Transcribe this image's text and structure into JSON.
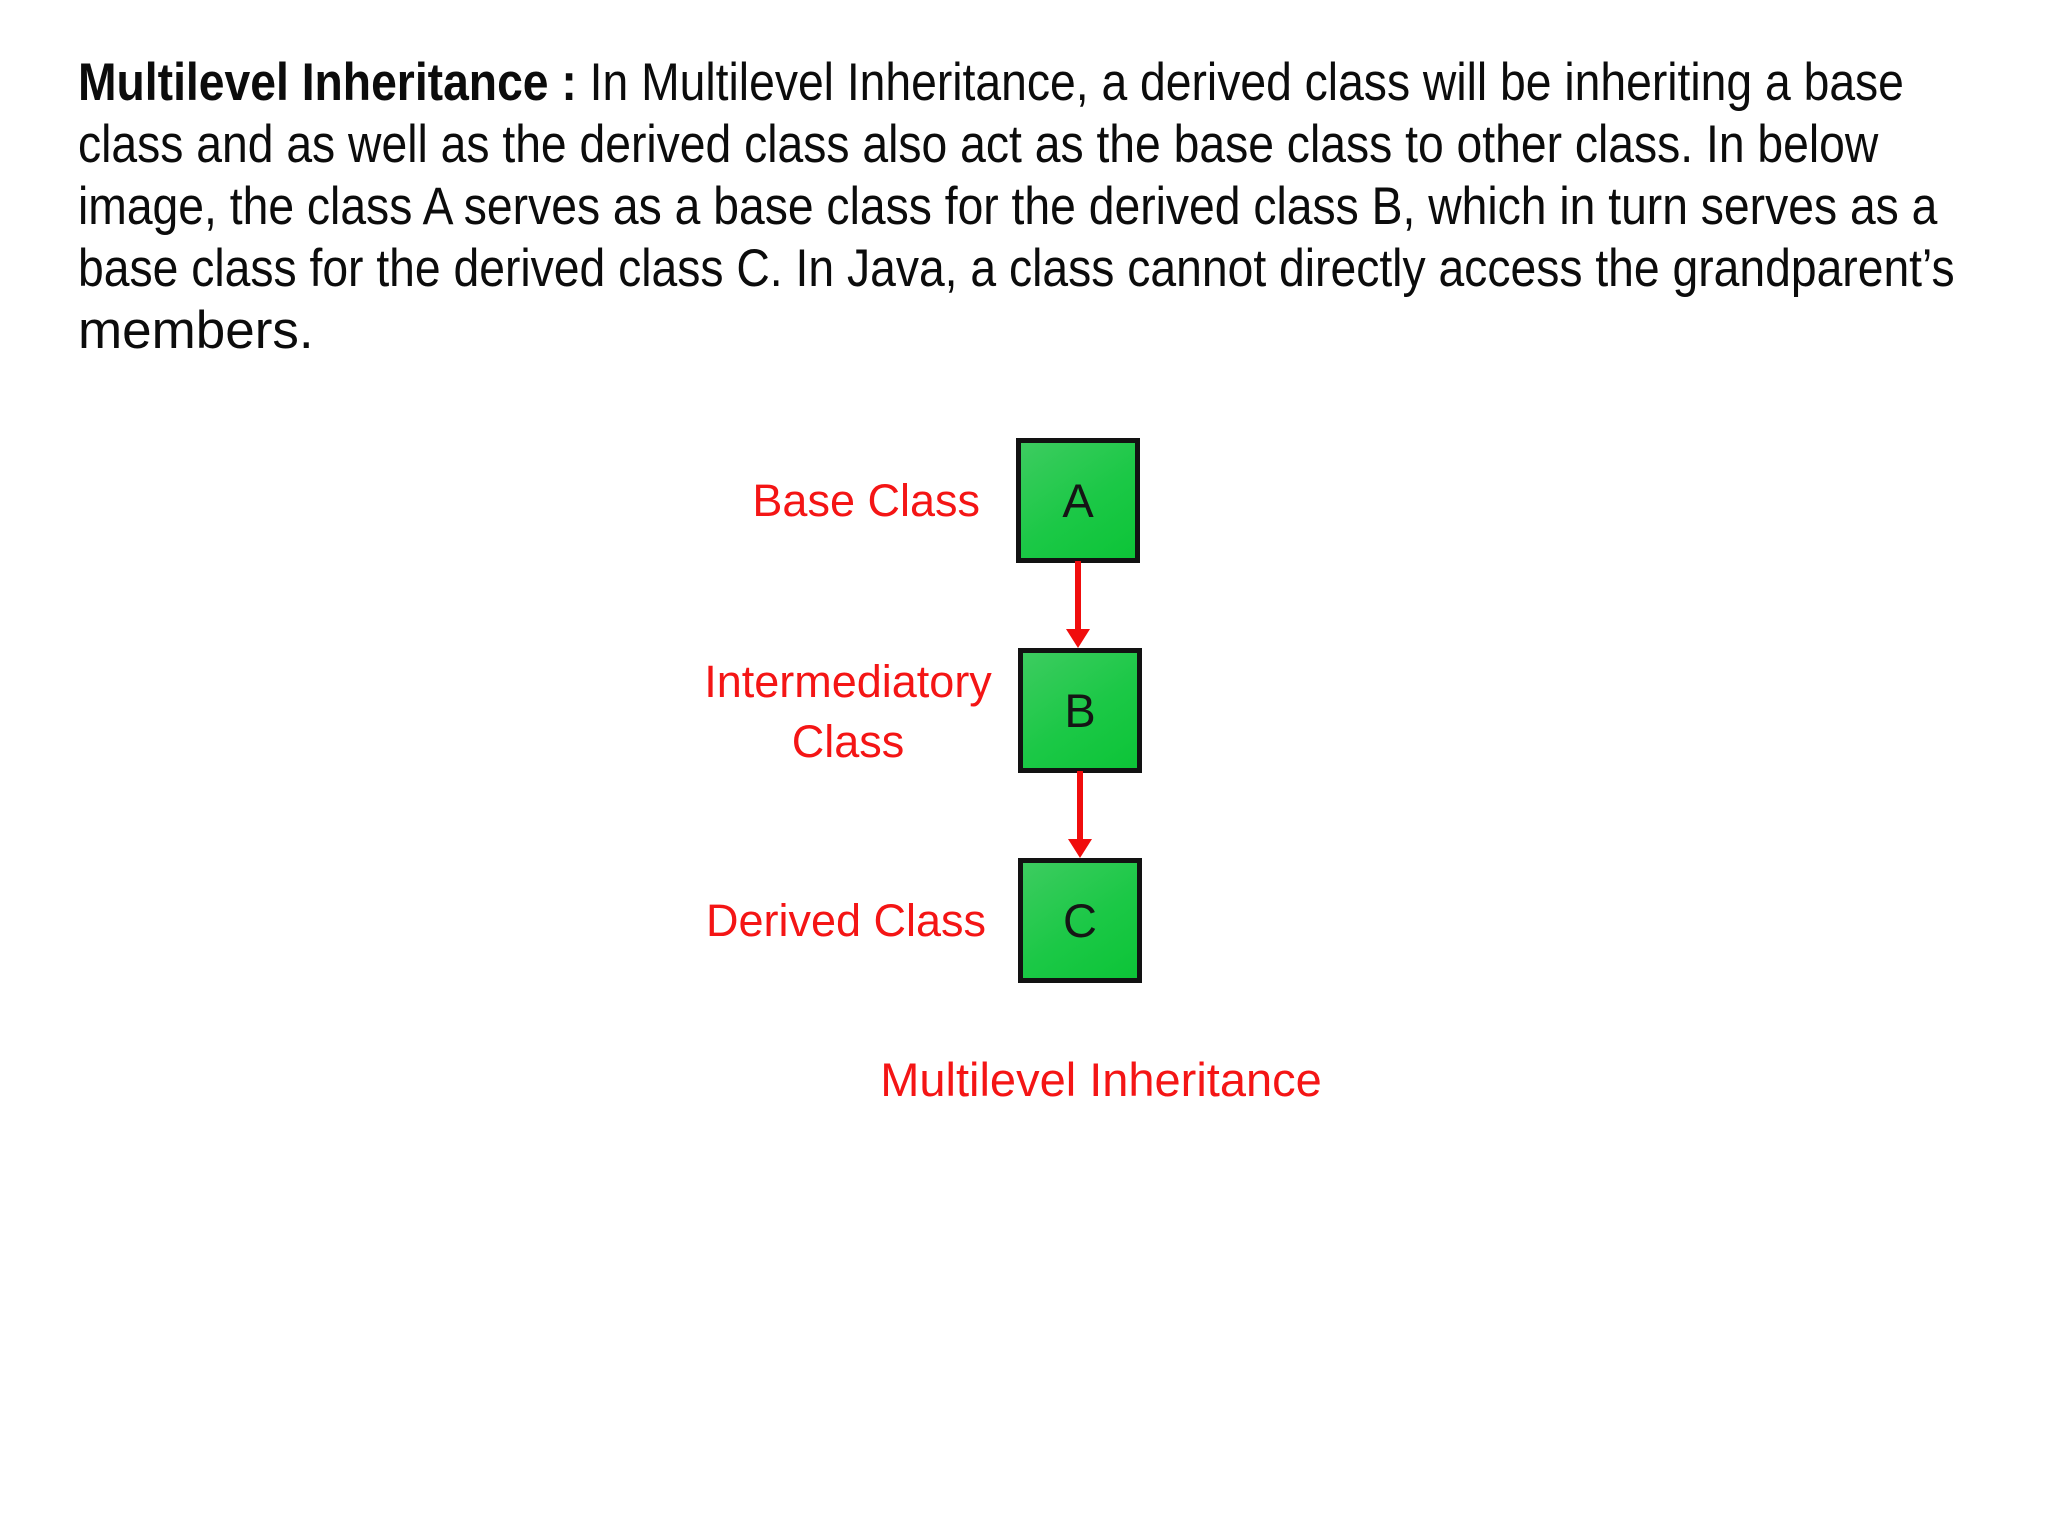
{
  "colors": {
    "background": "#ffffff",
    "paragraph_text": "#0c0c0c",
    "label_red": "#f41515",
    "arrow_red": "#f00d0d",
    "box_green_light": "#3dcc60",
    "box_green_dark": "#0cc437",
    "box_border": "#121212"
  },
  "paragraph": {
    "lead": "Multilevel Inheritance :",
    "line1_rest": " In Multilevel Inheritance, a derived class will be inheriting a base",
    "line2": "class and as well as the derived class also act as the base class to other class. In below",
    "line3": "image, the class A serves as a base class for the derived class B, which in turn serves as a",
    "line4": "base class for the derived class C. In Java, a class cannot directly access the grandparent’s",
    "line5": "members."
  },
  "diagram": {
    "nodes": [
      {
        "letter": "A",
        "role_label": "Base Class"
      },
      {
        "letter": "B",
        "role_label": "Intermediatory\nClass"
      },
      {
        "letter": "C",
        "role_label": "Derived Class"
      }
    ],
    "caption": "Multilevel Inheritance"
  }
}
